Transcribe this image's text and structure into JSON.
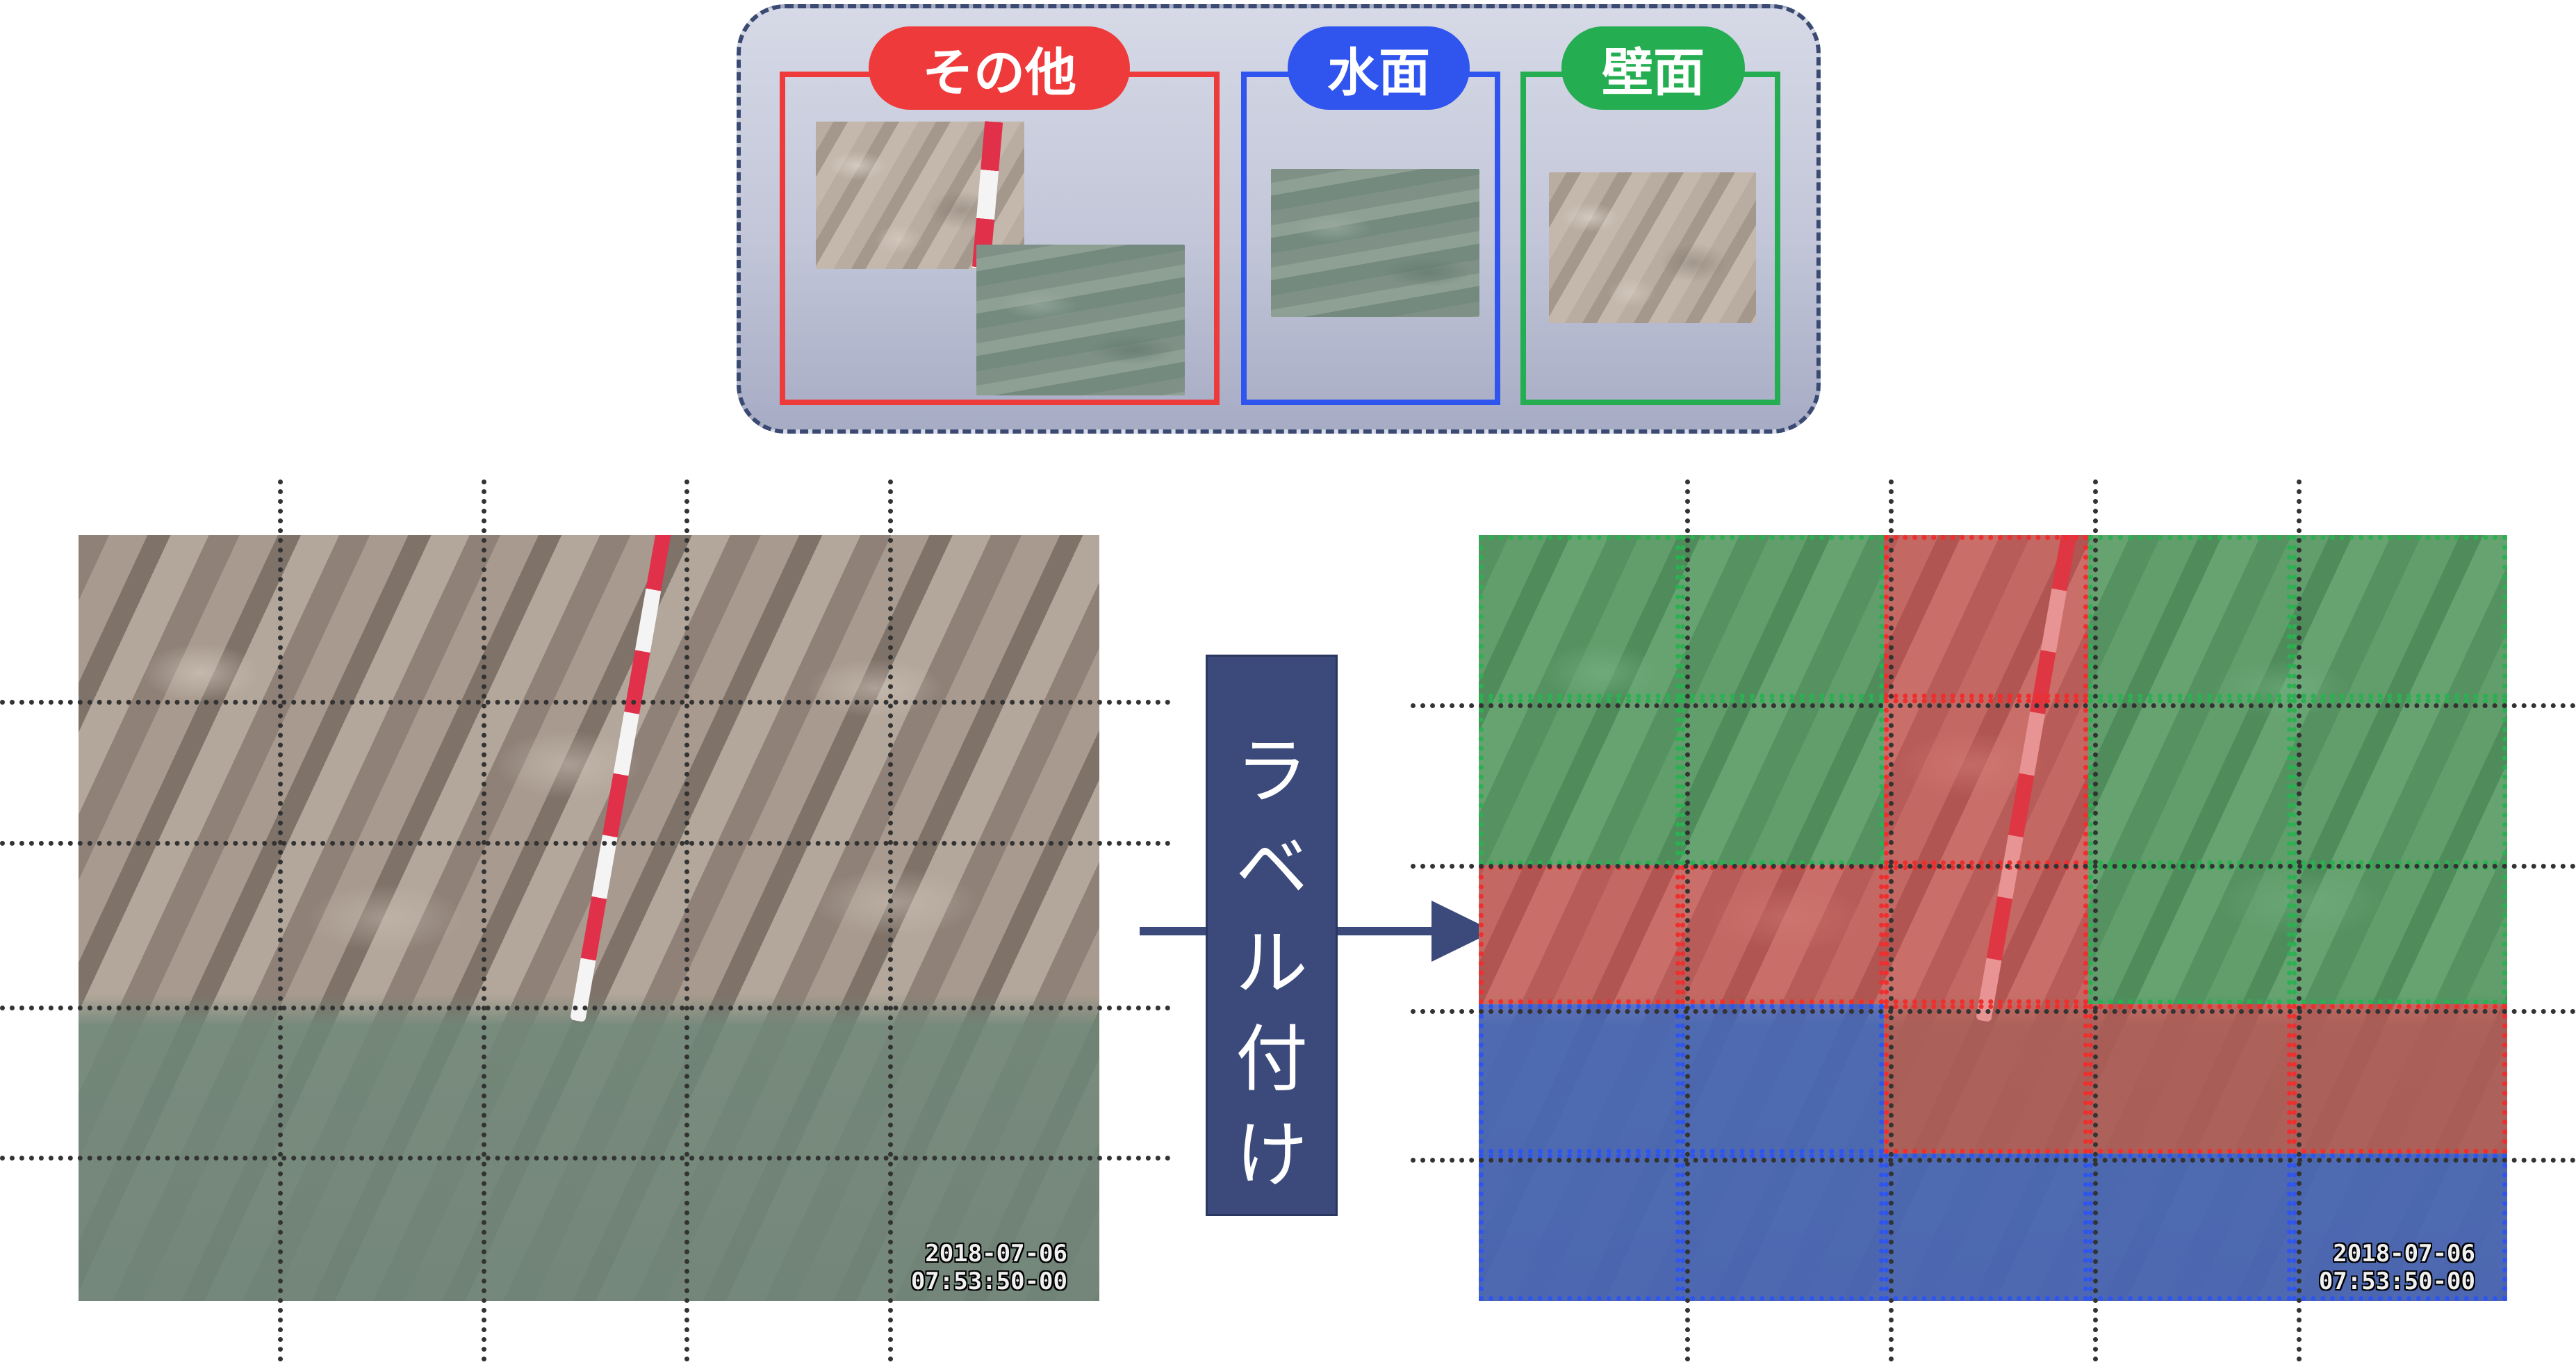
{
  "legend": {
    "groups": [
      {
        "key": "other",
        "label": "その他",
        "color": "#ee3a3a"
      },
      {
        "key": "water",
        "label": "水面",
        "color": "#2f55ee"
      },
      {
        "key": "wall",
        "label": "壁面",
        "color": "#25ad52"
      }
    ]
  },
  "left_photo": {
    "timestamp_date": "2018-07-06",
    "timestamp_time": "07:53:50-00"
  },
  "right_photo": {
    "timestamp_date": "2018-07-06",
    "timestamp_time": "07:53:50-00"
  },
  "arrow": {
    "label_chars": [
      "ラ",
      "ベ",
      "ル",
      "付",
      "け"
    ]
  },
  "label_grid": {
    "rows": [
      [
        "wall",
        "wall",
        "other",
        "wall",
        "wall"
      ],
      [
        "wall",
        "wall",
        "other",
        "wall",
        "wall"
      ],
      [
        "other",
        "other",
        "other",
        "wall",
        "wall"
      ],
      [
        "water",
        "water",
        "other",
        "other",
        "other"
      ],
      [
        "water",
        "water",
        "water",
        "water",
        "water"
      ]
    ]
  },
  "colors": {
    "arrow": "#3b4a7a",
    "grid_line": "#333333"
  }
}
